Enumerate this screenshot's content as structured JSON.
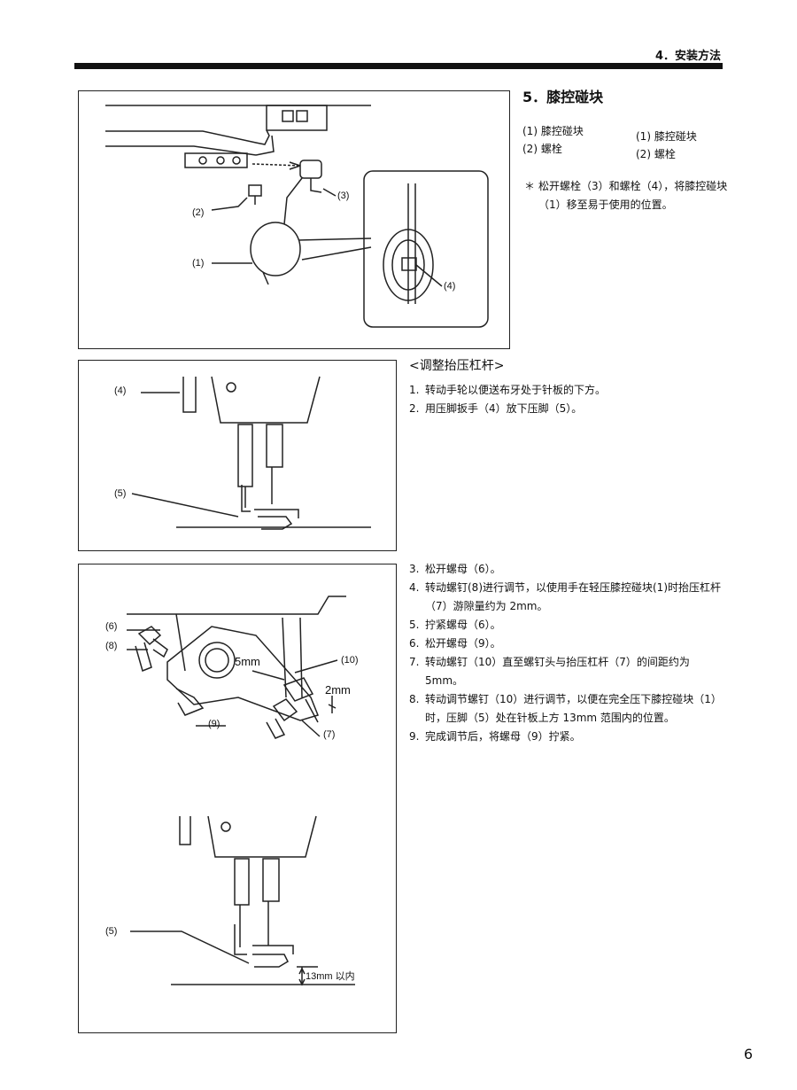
{
  "header": {
    "section_label": "4．安装方法"
  },
  "section": {
    "title": "5．膝控碰块",
    "parts_left": [
      "(1) 膝控碰块",
      "(2) 螺栓"
    ],
    "parts_right": [
      "(1) 膝控碰块",
      "(2) 螺栓"
    ],
    "note_symbol": "＊",
    "note": "松开螺栓（3）和螺栓（4），将膝控碰块（1）移至易于使用的位置。"
  },
  "figure1": {
    "labels": [
      "(1)",
      "(2)",
      "(3)",
      "(4)"
    ]
  },
  "adjust": {
    "title": "<调整抬压杠杆>",
    "steps_a": [
      {
        "num": "1.",
        "text": "转动手轮以便送布牙处于针板的下方。"
      },
      {
        "num": "2.",
        "text": "用压脚扳手（4）放下压脚（5）。"
      }
    ],
    "steps_b": [
      {
        "num": "3.",
        "text": "松开螺母（6）。"
      },
      {
        "num": "4.",
        "text": "转动螺钉(8)进行调节，以使用手在轻压膝控碰块(1)时抬压杠杆（7）游隙量约为 2mm。"
      },
      {
        "num": "5.",
        "text": "拧紧螺母（6）。"
      },
      {
        "num": "6.",
        "text": "松开螺母（9）。"
      },
      {
        "num": "7.",
        "text": "转动螺钉（10）直至螺钉头与抬压杠杆（7）的间距约为 5mm。"
      },
      {
        "num": "8.",
        "text": "转动调节螺钉（10）进行调节，以便在完全压下膝控碰块（1）时，压脚（5）处在针板上方 13mm 范围内的位置。"
      },
      {
        "num": "9.",
        "text": "完成调节后，将螺母（9）拧紧。"
      }
    ]
  },
  "figure2": {
    "labels": [
      "(4)",
      "(5)"
    ]
  },
  "figure3": {
    "labels": [
      "(6)",
      "(8)",
      "(9)",
      "(10)",
      "(7)",
      "(5)"
    ],
    "dims": [
      "5mm",
      "2mm",
      "13mm 以内"
    ]
  },
  "page_number": "6"
}
